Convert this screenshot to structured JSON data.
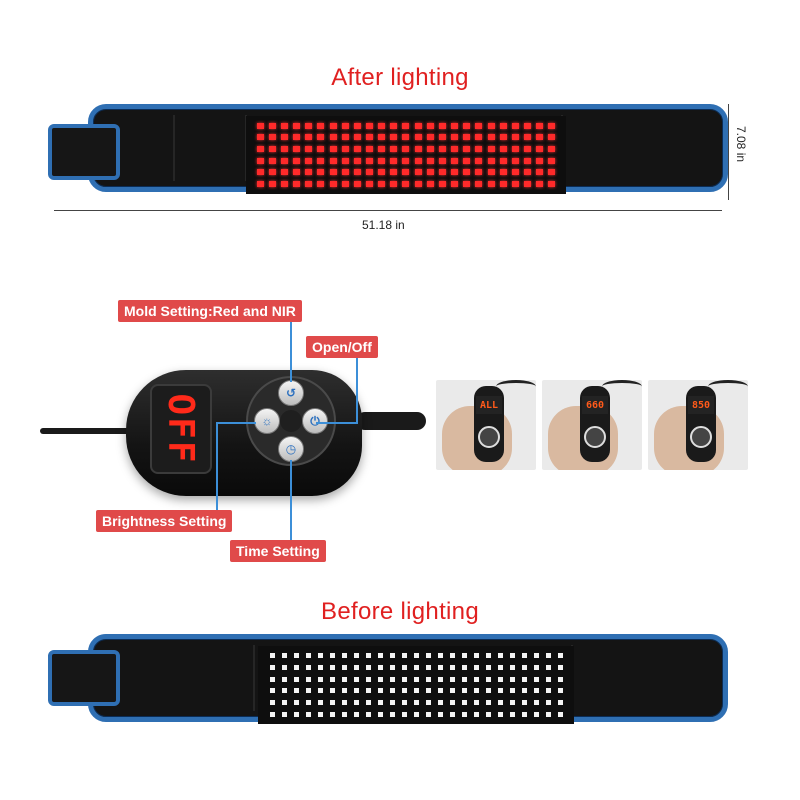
{
  "headings": {
    "after": "After lighting",
    "before": "Before lighting"
  },
  "dimensions": {
    "width": "51.18 in",
    "height": "7.08 in"
  },
  "controller": {
    "display_text": "OFF",
    "callouts": {
      "mode": "Mold Setting:Red and NIR",
      "power": "Open/Off",
      "brightness": "Brightness Setting",
      "time": "Time Setting"
    }
  },
  "thumbnails": [
    {
      "screen": "ALL"
    },
    {
      "screen": "660"
    },
    {
      "screen": "850"
    }
  ],
  "colors": {
    "heading": "#e02020",
    "callout_bg": "#e04a4a",
    "belt_border": "#2f6fb3",
    "led_on": "#ff2a2a",
    "leader_line": "#3c8fd8"
  },
  "icons": {
    "mode": "cycle-icon",
    "power": "power-icon",
    "brightness": "brightness-icon",
    "time": "clock-icon"
  }
}
